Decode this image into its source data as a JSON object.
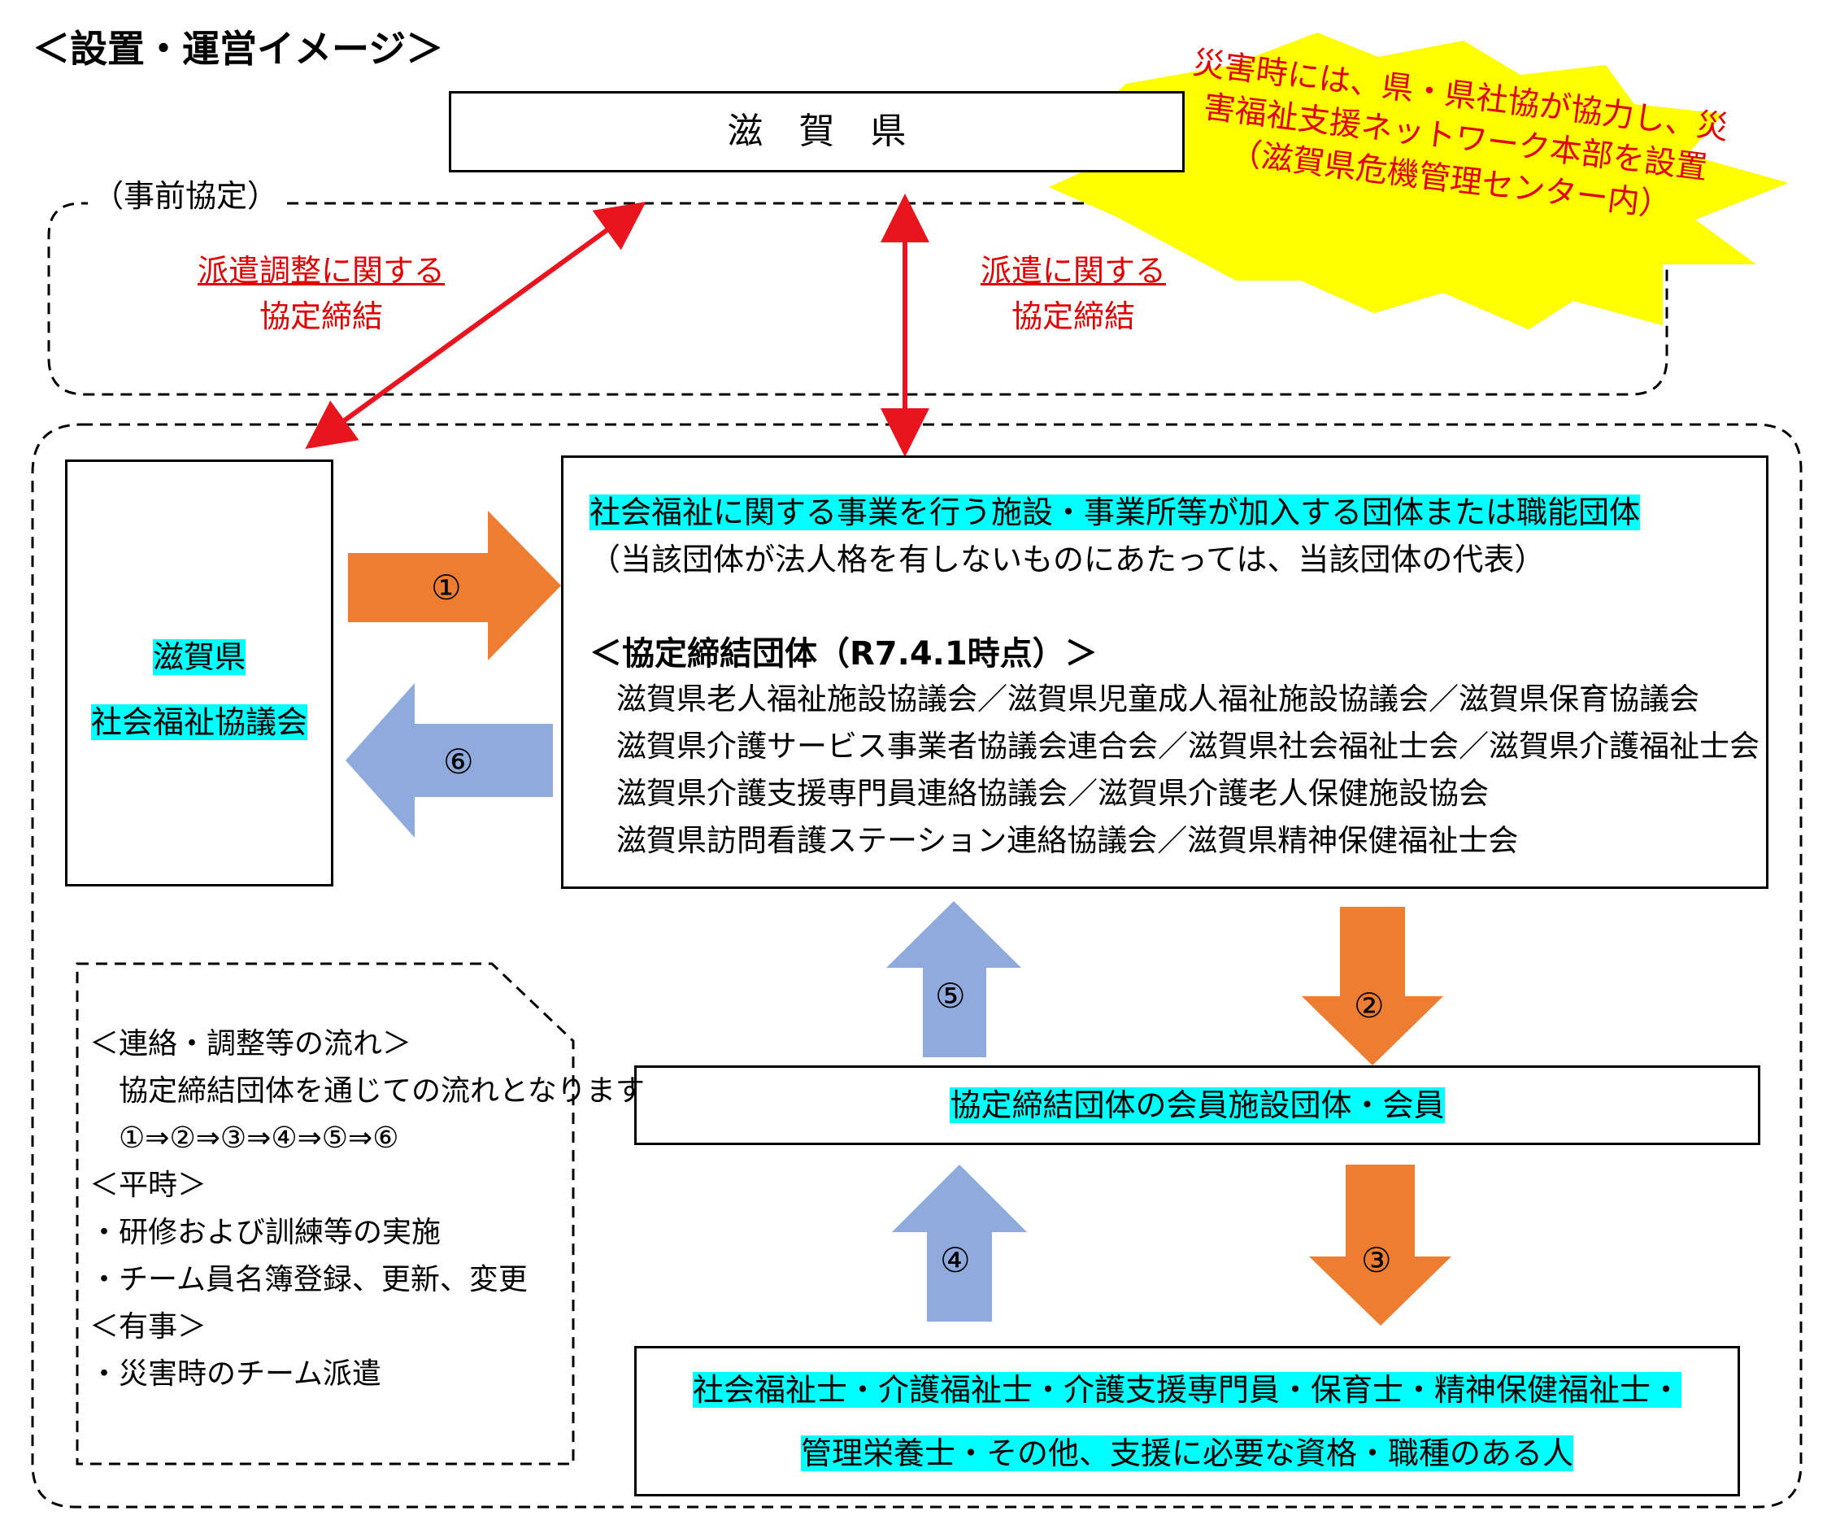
{
  "page_title": "＜設置・運営イメージ＞",
  "top_box": "滋　賀　県",
  "pre_agreement_label": "（事前協定）",
  "left_agreement": [
    "派遣調整に関する",
    "協定締結"
  ],
  "right_agreement": [
    "派遣に関する",
    "協定締結"
  ],
  "callout": [
    "災害時には、県・県社協が協力し、災",
    "害福祉支援ネットワーク本部を設置",
    "（滋賀県危機管理センター内）"
  ],
  "council": [
    "滋賀県",
    "社会福祉協議会"
  ],
  "org_box": {
    "heading": "社会福祉に関する事業を行う施設・事業所等が加入する団体または職能団体",
    "note": "（当該団体が法人格を有しないものにあたっては、当該団体の代表）",
    "list_title": "＜協定締結団体（R7.4.1時点）＞",
    "members": [
      "滋賀県老人福祉施設協議会／滋賀県児童成人福祉施設協議会／滋賀県保育協議会",
      "滋賀県介護サービス事業者協議会連合会／滋賀県社会福祉士会／滋賀県介護福祉士会",
      "滋賀県介護支援専門員連絡協議会／滋賀県介護老人保健施設協会",
      "滋賀県訪問看護ステーション連絡協議会／滋賀県精神保健福祉士会"
    ]
  },
  "member_box": "協定締結団体の会員施設団体・会員",
  "persons_box": [
    "社会福祉士・介護福祉士・介護支援専門員・保育士・精神保健福祉士・",
    "管理栄養士・その他、支援に必要な資格・職種のある人"
  ],
  "arrows": {
    "a1": "①",
    "a2": "②",
    "a3": "③",
    "a4": "④",
    "a5": "⑤",
    "a6": "⑥"
  },
  "legend": [
    "＜連絡・調整等の流れ＞",
    "　協定締結団体を通じての流れとなります",
    "　①⇒②⇒③⇒④⇒⑤⇒⑥",
    "＜平時＞",
    "・研修および訓練等の実施",
    "・チーム員名簿登録、更新、変更",
    "＜有事＞",
    "・災害時のチーム派遣"
  ],
  "colors": {
    "orange": "#ed7d31",
    "blue": "#8faadc",
    "red": "#e8141e",
    "yellow": "#ffff00",
    "highlight": "#00ffff"
  }
}
